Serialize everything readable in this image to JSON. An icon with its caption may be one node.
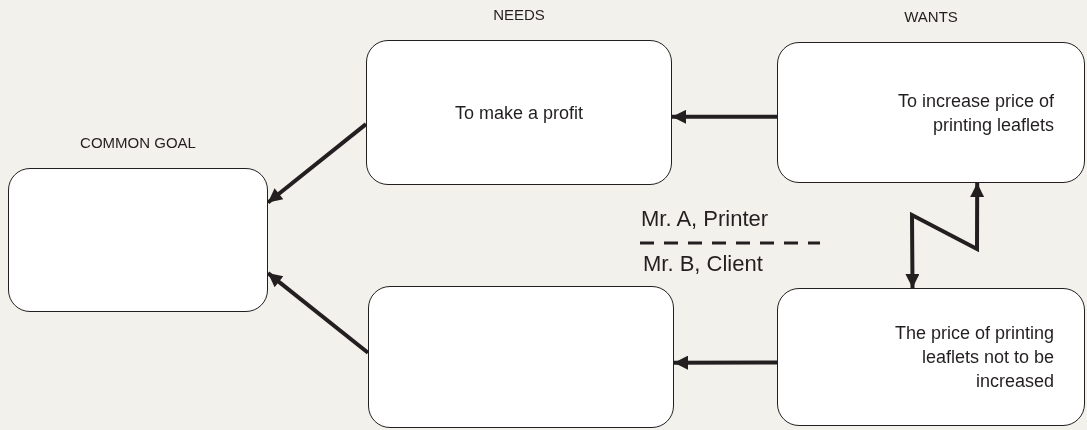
{
  "diagram": {
    "nodes": [
      {
        "text": [
          "COMMON GOAL"
        ]
      },
      {
        "text": [
          "NEEDS",
          "To make a profit"
        ]
      },
      {
        "text": [
          "WANTS",
          "To increase price of printing leaflets"
        ]
      },
      {
        "text": [],
        "shape": "box"
      },
      {
        "text": [
          "The price of printing leaflets not to be increased"
        ]
      }
    ],
    "edges": [
      {
        "from": 2,
        "to": 1,
        "arrow": "to"
      },
      {
        "from": 1,
        "to": 0,
        "arrow": "to"
      },
      {
        "from": 3,
        "to": 0,
        "arrow": "to"
      },
      {
        "from": 4,
        "to": 3,
        "arrow": "to"
      },
      {
        "from": 4,
        "to": 2,
        "arrow": "both"
      }
    ],
    "labels": [
      "Mr. A, Printer",
      "Mr. B, Client"
    ]
  }
}
